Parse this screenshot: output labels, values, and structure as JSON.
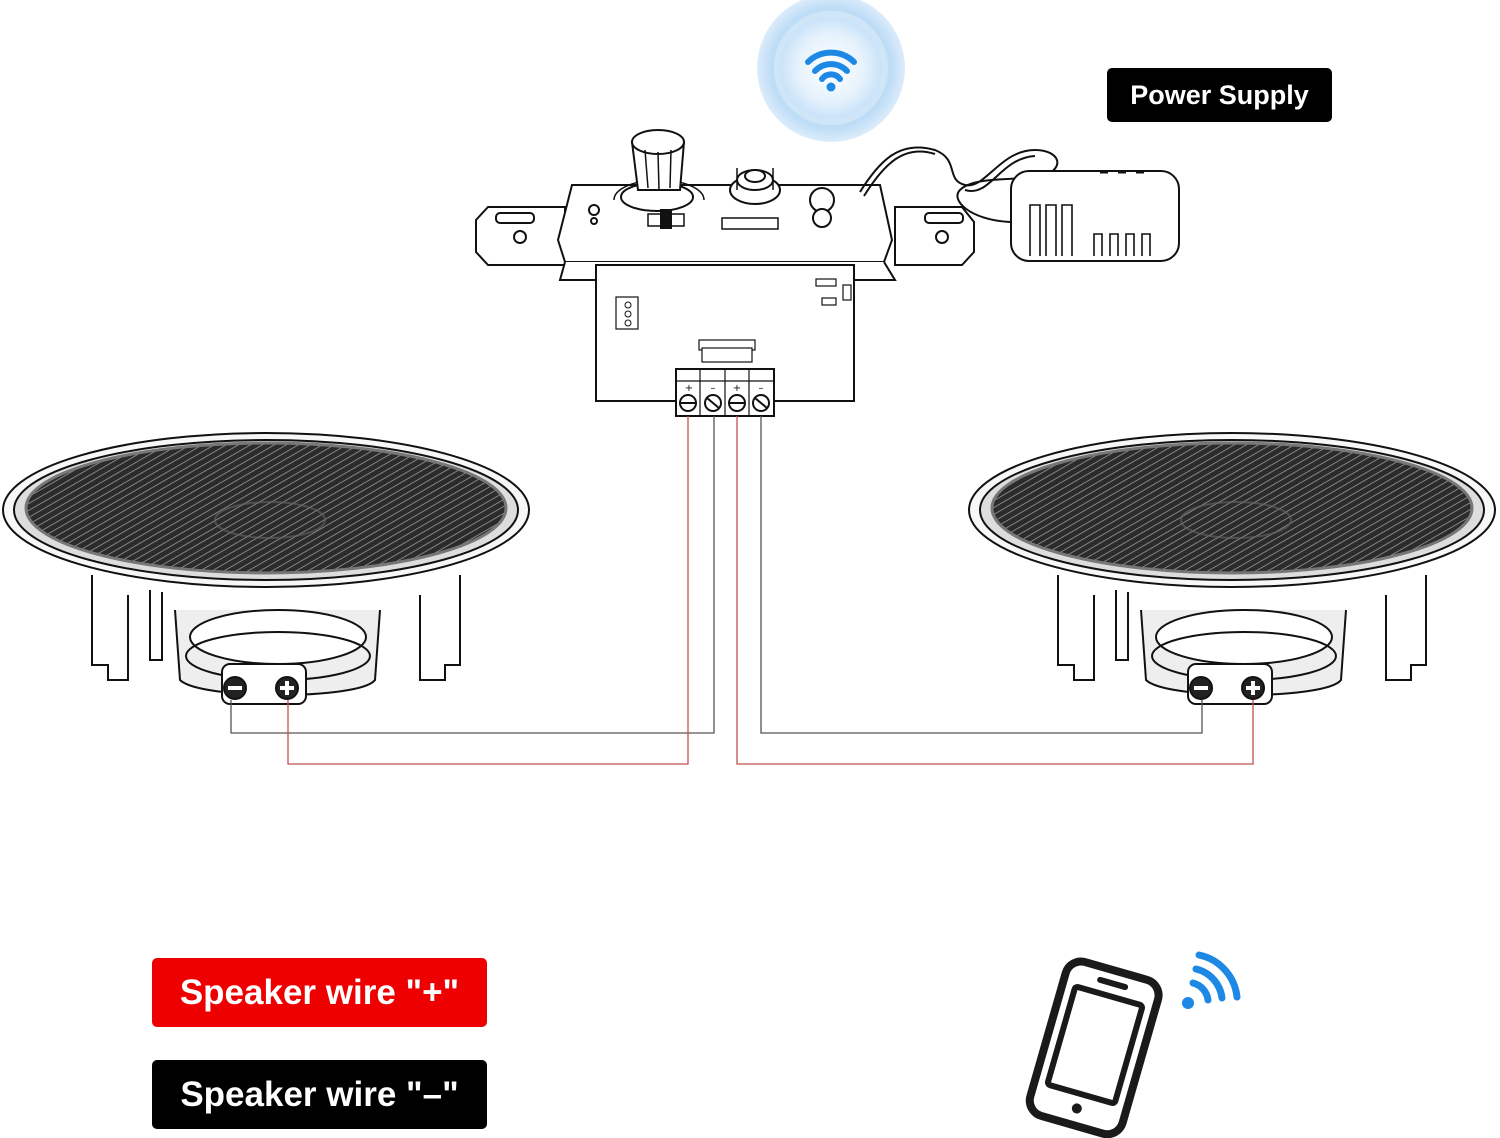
{
  "labels": {
    "power_supply": "Power Supply",
    "speaker_wire_plus": "Speaker wire \"+\"",
    "speaker_wire_minus": "Speaker wire \"–\""
  },
  "terminal_marks": {
    "plus": "+",
    "minus": "–"
  },
  "colors": {
    "positive_wire": "#c0504d",
    "negative_wire": "#555555",
    "plus_label_bg": "#ee0000",
    "minus_label_bg": "#000000",
    "power_label_bg": "#000000",
    "wifi_blue": "#1e88e5",
    "wifi_glow": "#bcdcf7"
  },
  "icons": [
    "wifi-icon",
    "smartphone-icon",
    "bluetooth-signal-icon",
    "speaker-icon",
    "power-adapter-icon",
    "wall-plate-amplifier"
  ]
}
